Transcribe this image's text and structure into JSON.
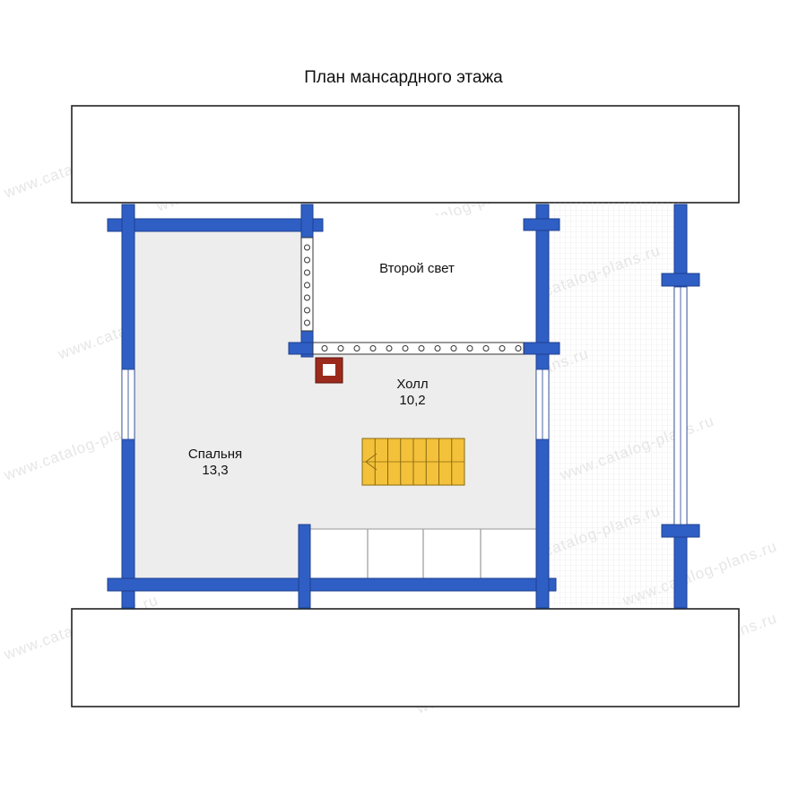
{
  "title": "План мансардного этажа",
  "watermark": "www.catalog-plans.ru",
  "rooms": [
    {
      "name": "Второй свет",
      "area": ""
    },
    {
      "name": "Холл",
      "area": "10,2"
    },
    {
      "name": "Спальня",
      "area": "13,3"
    }
  ],
  "colors": {
    "wall": "#2f5fc4",
    "wall_outline": "#1d3f8f",
    "room_fill": "#ededed",
    "balcony_fill": "#f3f3f3",
    "stair_fill": "#f3c13a",
    "chimney": "#9c2a1c"
  }
}
